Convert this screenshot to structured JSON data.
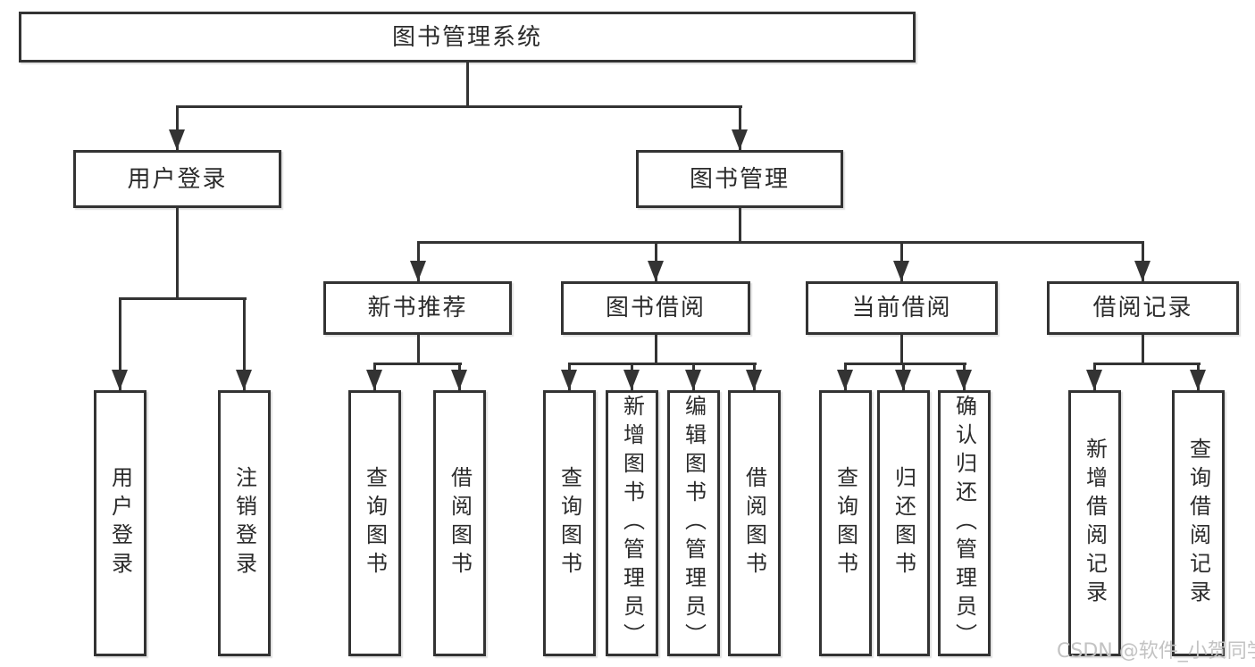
{
  "diagram_type": "tree-structure-chart",
  "colors": {
    "line": "#333333",
    "box_border": "#333333",
    "text": "#2b2b2b",
    "background": "#ffffff",
    "watermark": "#c3c3c3"
  },
  "tree": {
    "label": "图书管理系统",
    "children": [
      {
        "label": "用户登录",
        "children": [
          {
            "label": "用户登录"
          },
          {
            "label": "注销登录"
          }
        ]
      },
      {
        "label": "图书管理",
        "children": [
          {
            "label": "新书推荐",
            "children": [
              {
                "label": "查询图书"
              },
              {
                "label": "借阅图书"
              }
            ]
          },
          {
            "label": "图书借阅",
            "children": [
              {
                "label": "查询图书"
              },
              {
                "label": "新增图书（管理员）"
              },
              {
                "label": "编辑图书（管理员）"
              },
              {
                "label": "借阅图书"
              }
            ]
          },
          {
            "label": "当前借阅",
            "children": [
              {
                "label": "查询图书"
              },
              {
                "label": "归还图书"
              },
              {
                "label": "确认归还（管理员）"
              }
            ]
          },
          {
            "label": "借阅记录",
            "children": [
              {
                "label": "新增借阅记录"
              },
              {
                "label": "查询借阅记录"
              }
            ]
          }
        ]
      }
    ]
  },
  "watermark": "CSDN @软件_小贺同学"
}
